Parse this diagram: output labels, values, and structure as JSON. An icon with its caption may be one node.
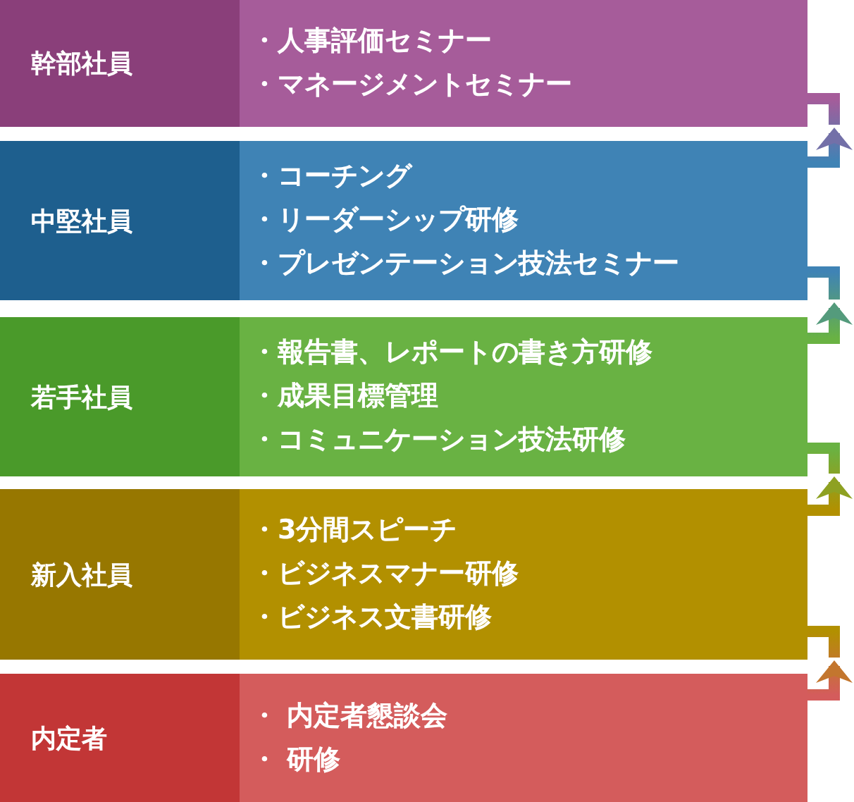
{
  "diagram": {
    "nodes": [
      {
        "text": [
          "幹部社員",
          "・人事評価セミナー",
          "・マネージメントセミナー"
        ]
      },
      {
        "text": [
          "中堅社員",
          "・コーチング",
          "・リーダーシップ研修",
          "・プレゼンテーション技法セミナー"
        ]
      },
      {
        "text": [
          "若手社員",
          "・報告書、レポートの書き方研修",
          "・成果目標管理",
          "・コミュニケーション技法研修"
        ]
      },
      {
        "text": [
          "新入社員",
          "・3分間スピーチ",
          "・ビジネスマナー研修",
          "・ビジネス文書研修"
        ]
      },
      {
        "text": [
          "内定者",
          "・ 内定者懇談会",
          "・ 研修"
        ]
      }
    ],
    "edges": [
      {
        "from": 1,
        "to": 0,
        "arrow": "to"
      },
      {
        "from": 2,
        "to": 1,
        "arrow": "to"
      },
      {
        "from": 3,
        "to": 2,
        "arrow": "to"
      },
      {
        "from": 4,
        "to": 3,
        "arrow": "to"
      }
    ]
  }
}
